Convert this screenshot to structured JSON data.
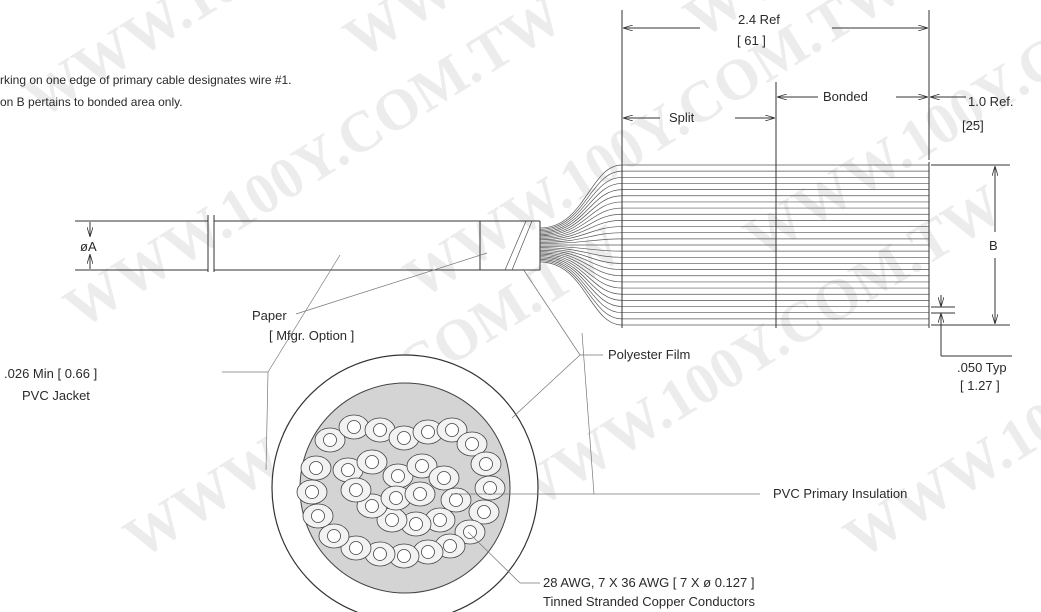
{
  "notes": {
    "line1": "rking on one edge of primary cable designates wire #1.",
    "line2": "on B pertains to bonded area only."
  },
  "dimensions": {
    "overall_ref": "2.4 Ref",
    "overall_ref_mm": "[ 61 ]",
    "split": "Split",
    "bonded": "Bonded",
    "end_ref": "1.0 Ref.",
    "end_ref_mm": "[25]",
    "width_b": "B",
    "diameter_a": "øA",
    "pitch": ".050 Typ",
    "pitch_mm": "[ 1.27 ]"
  },
  "callouts": {
    "paper": "Paper",
    "paper_option": "[ Mfgr. Option ]",
    "polyester": "Polyester Film",
    "jacket_thickness": ".026 Min [ 0.66 ]",
    "jacket": "PVC Jacket",
    "primary_insulation": "PVC Primary Insulation",
    "conductor_gauge": "28 AWG, 7 X 36 AWG [ 7 X ø 0.127 ]",
    "conductor_type": "Tinned Stranded Copper Conductors"
  },
  "watermark": "WWW.100Y.COM.TW"
}
